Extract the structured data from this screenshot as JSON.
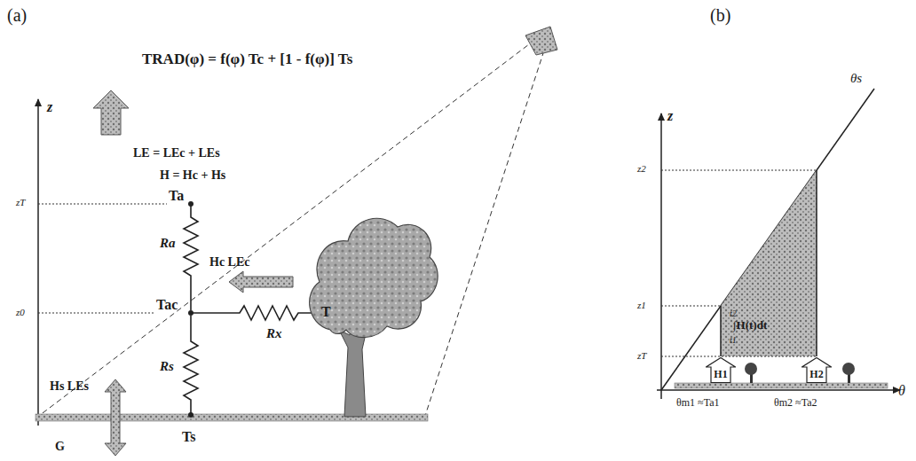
{
  "diagram": {
    "nodes": [
      {
        "text": [
          "H1"
        ]
      },
      {
        "text": [
          "H2"
        ]
      }
    ],
    "labels": [
      "(a)",
      "TRAD(φ) = f(φ) Tc + [1 - f(φ)] Ts",
      "z",
      "zT",
      "z0",
      "LE = LEc + LEs",
      "H = Hc + Hs",
      "Ta",
      "Ra",
      "Tac",
      "Hc LEc",
      "Rx",
      "T",
      "Rs",
      "Hs LEs",
      "G",
      "Ts",
      "(b)",
      "z",
      "θs",
      "z2",
      "z1",
      "zT",
      "t2",
      "∫H(t)dt",
      "t1",
      "θm1 ≈Ta1",
      "θm2 ≈Ta2",
      "θ"
    ]
  }
}
